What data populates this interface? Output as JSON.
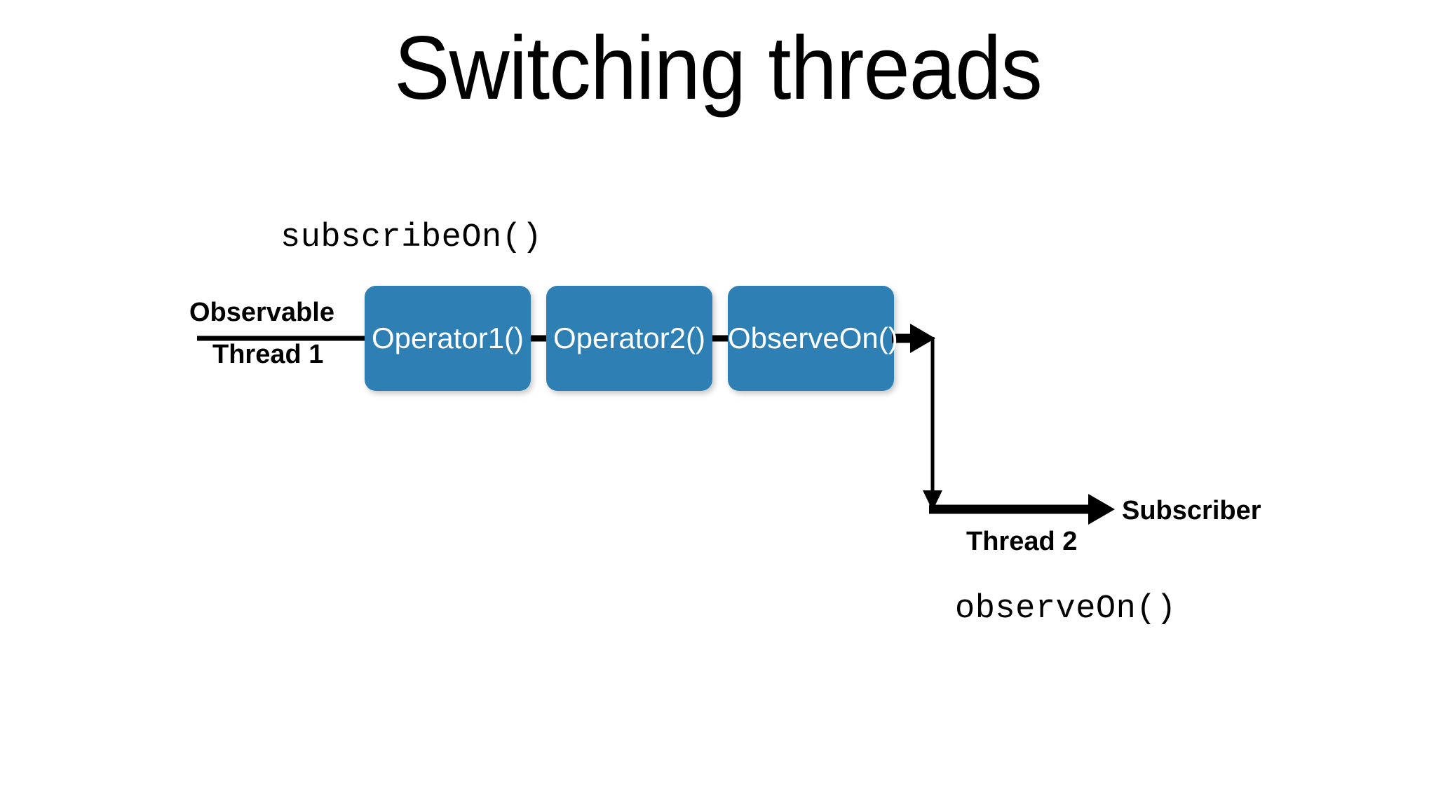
{
  "slide": {
    "title": "Switching threads",
    "background_color": "#ffffff",
    "box_color": "#2f80b4",
    "box_text_color": "#ffffff",
    "line_color": "#000000"
  },
  "annotations": {
    "subscribe_on": "subscribeOn()",
    "observe_on": "observeOn()"
  },
  "pipeline": {
    "source_label": "Observable",
    "source_thread": "Thread 1",
    "sink_label": "Subscriber",
    "sink_thread": "Thread 2",
    "nodes": [
      {
        "label": "Operator1()"
      },
      {
        "label": "Operator2()"
      },
      {
        "label": "ObserveOn()"
      }
    ]
  },
  "icons": {
    "arrow_right": "arrow-right-icon",
    "arrow_down": "arrow-down-icon"
  }
}
